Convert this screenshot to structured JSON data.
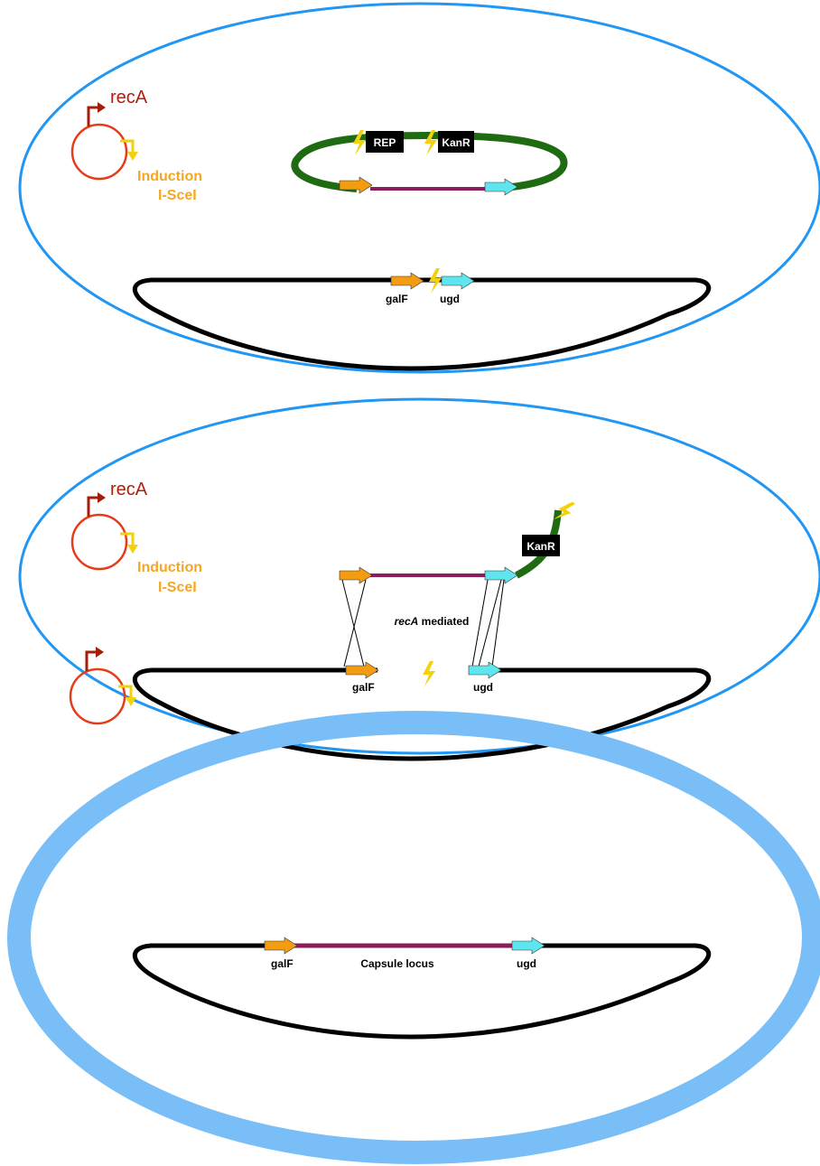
{
  "colors": {
    "cell_membrane": "#2196f3",
    "capsule": "#79bef7",
    "chromosome": "#000000",
    "plasmid_backbone": "#1f6b12",
    "insert": "#8c1d5c",
    "galF_arrow": "#f39c12",
    "ugd_arrow": "#5ee6ee",
    "cut_site": "#f3d10c",
    "helper_plasmid": "#e53c1a",
    "recA_promoter": "#a31d07",
    "induction_text": "#f5a623"
  },
  "icons": {
    "cut": "lightning-bolt-icon",
    "promoter": "bent-arrow-promoter-icon"
  },
  "panel1": {
    "recA_label": "recA",
    "induction_line1": "Induction",
    "induction_line2": "I-SceI",
    "rep_label": "REP",
    "kanr_label": "KanR",
    "galF_label": "galF",
    "ugd_label": "ugd"
  },
  "panel2": {
    "recA_label": "recA",
    "induction_line1": "Induction",
    "induction_line2": "I-SceI",
    "kanr_label": "KanR",
    "mechanism_italic": "recA",
    "mechanism_rest": " mediated",
    "galF_label": "galF",
    "ugd_label": "ugd"
  },
  "panel3": {
    "galF_label": "galF",
    "locus_label": "Capsule locus",
    "ugd_label": "ugd"
  }
}
